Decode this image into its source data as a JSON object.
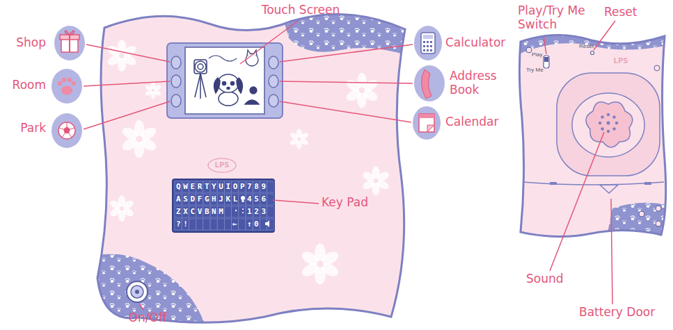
{
  "diagram": {
    "labels": [
      "Touch Screen",
      "Shop",
      "Room",
      "Park",
      "Calculator",
      "Address Book",
      "Calendar",
      "Key Pad",
      "On/Off",
      "Play/Try Me Switch",
      "Reset",
      "Sound",
      "Battery Door",
      "QWERTYUIOP",
      "789",
      "ASDFGHJKL",
      "456",
      "ZXCVBNM",
      "123",
      "?!",
      "←",
      "↑",
      "0",
      "LPS",
      "Play",
      "Try Me",
      "Reset",
      "LPS"
    ]
  }
}
